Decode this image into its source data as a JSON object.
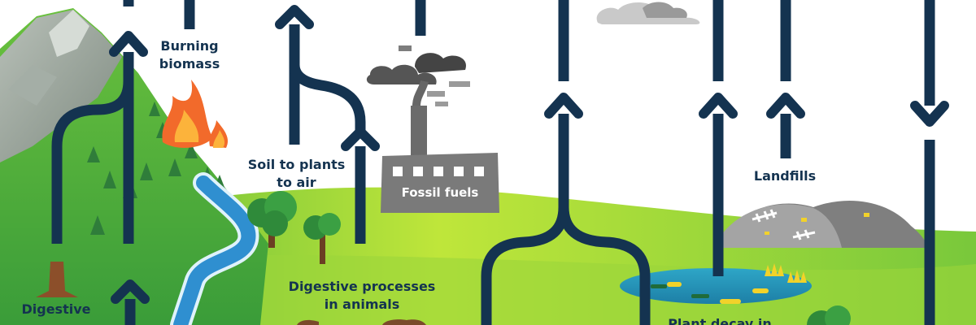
{
  "labels": {
    "burning": [
      "Burning",
      "biomass"
    ],
    "soil": [
      "Soil to plants",
      "to air"
    ],
    "fossil": "Fossil fuels",
    "landfills": "Landfills",
    "digestive_animals": [
      "Digestive processes",
      "in animals"
    ],
    "digestive_left": [
      "Digestive"
    ],
    "plant_decay": [
      "Plant decay in"
    ]
  },
  "colors": {
    "arrow": "#143350",
    "label": "#143350",
    "grass_light": "#c4e83a",
    "grass_mid": "#8fd13a",
    "grass_dark": "#4fb23a",
    "mountain": "#7a8c7c",
    "river": "#2f8fd0",
    "factory": "#707070",
    "landfill": "#8a8a8a",
    "fire": "#f26a2b"
  },
  "icons": [
    "mountain",
    "tree",
    "fire",
    "smoke-cloud",
    "factory",
    "river",
    "pond",
    "landfill-mound",
    "cloud",
    "animal"
  ]
}
